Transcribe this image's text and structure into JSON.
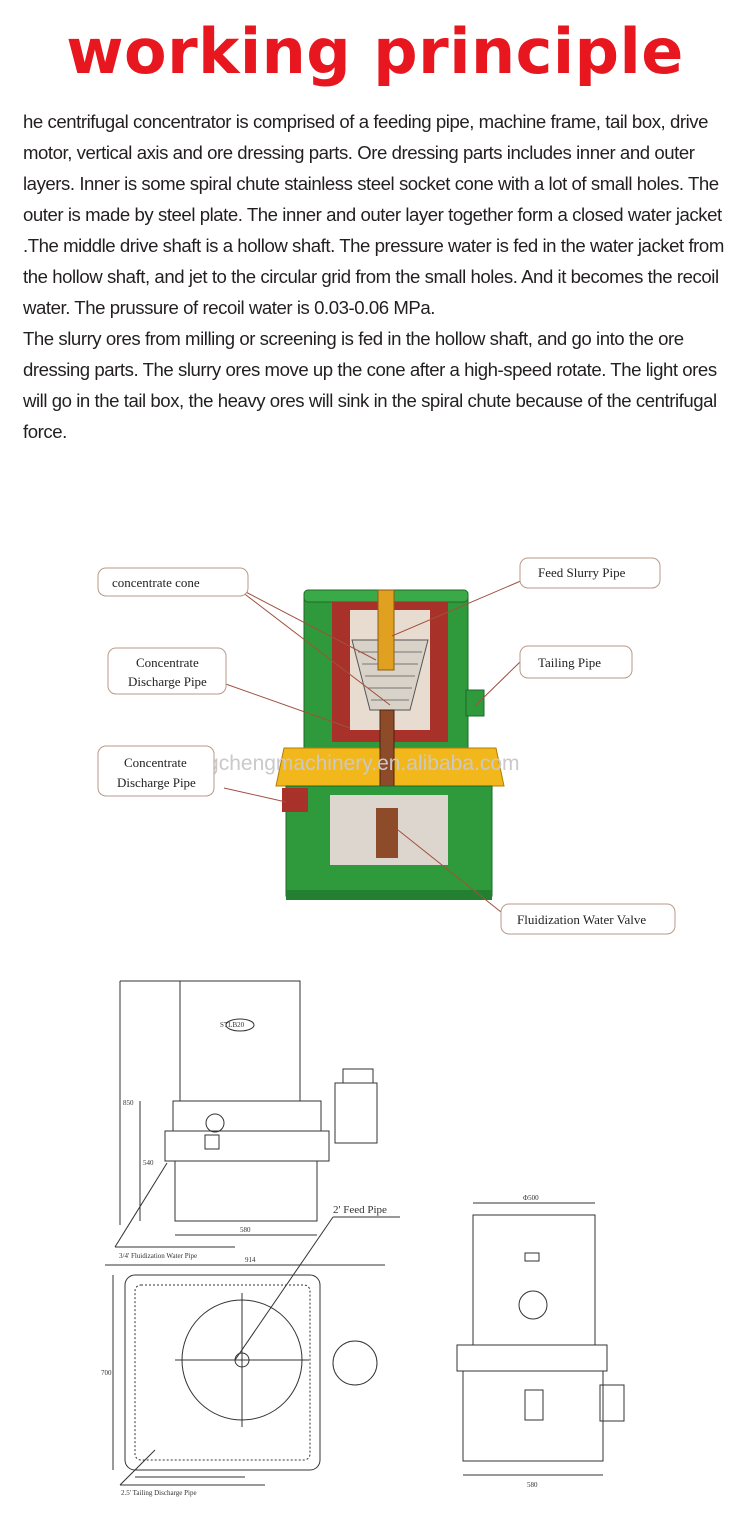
{
  "page": {
    "title": "working principle",
    "paragraphs": [
      "he centrifugal concentrator is comprised of a feeding pipe, machine frame, tail box, drive motor, vertical axis and ore dressing parts. Ore dressing parts includes inner and outer layers. Inner is some spiral chute stainless steel socket cone with a lot of small holes. The outer is made by steel plate. The inner and outer layer together form a closed water jacket  .The middle drive shaft is a hollow shaft. The pressure water is fed in the water jacket from the hollow shaft, and jet to the circular grid from the small holes. And it becomes the recoil water. The prussure of recoil water is 0.03-0.06 MPa.",
      "The slurry ores from milling or screening is fed in the hollow shaft, and go into the ore dressing parts. The slurry ores move up the cone after a high-speed rotate. The light ores will go in the tail box, the heavy ores will sink in the spiral chute because of the centrifugal force."
    ]
  },
  "diagram": {
    "callouts": {
      "concentrate_cone": "concentrate cone",
      "feed_slurry_pipe": "Feed Slurry Pipe",
      "tailing_pipe": "Tailing Pipe",
      "concentrate_discharge_1_line1": "Concentrate",
      "concentrate_discharge_1_line2": "Discharge Pipe",
      "concentrate_discharge_2_line1": "Concentrate",
      "concentrate_discharge_2_line2": "Discharge Pipe",
      "fluidization_water_valve": "Fluidization Water Valve"
    },
    "watermark": "hengchengmachinery.en.alibaba.com",
    "colors": {
      "body_green": "#2f9a3c",
      "band_yellow": "#f2b71a",
      "interior_red": "#a8312a",
      "callout_border": "#b89a8a"
    }
  },
  "drawing": {
    "model_label": "STLB20",
    "feed_pipe": "2' Feed Pipe",
    "fluidization_pipe": "3/4' Fluidization Water Pipe",
    "tailing_pipe": "2.5' Tailing Discharge Pipe",
    "dims": {
      "height_total": "850",
      "height_mid": "540",
      "width_front": "580",
      "width_top": "914",
      "depth_plan": "700",
      "diameter_side": "Φ500",
      "width_side": "580"
    }
  }
}
